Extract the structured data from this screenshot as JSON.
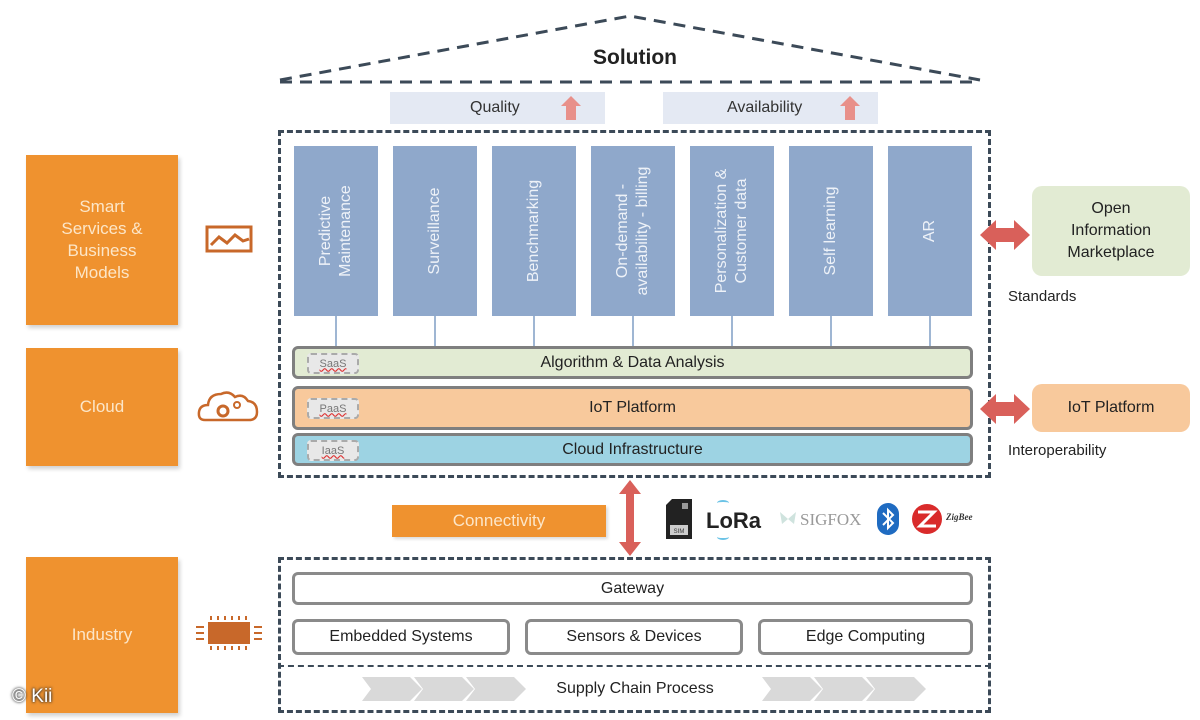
{
  "title": "Solution",
  "top_drivers": [
    {
      "label": "Quality",
      "icon": "up-arrow-icon"
    },
    {
      "label": "Availability",
      "icon": "up-arrow-icon"
    }
  ],
  "left_categories": [
    {
      "label": "Smart Services & Business Models",
      "icon": "chart-icon"
    },
    {
      "label": "Cloud",
      "icon": "cloud-gear-icon"
    },
    {
      "label": "Industry",
      "icon": "chip-icon"
    }
  ],
  "services": [
    "Predictive Maintenance",
    "Surveillance",
    "Benchmarking",
    "On-demand - availability - billing",
    "Personalization & Customer data",
    "Self learning",
    "AR"
  ],
  "cloud_layers": [
    {
      "tag": "SaaS",
      "label": "Algorithm & Data Analysis",
      "color": "#e2ebd3"
    },
    {
      "tag": "PaaS",
      "label": "IoT Platform",
      "color": "#f8c99c"
    },
    {
      "tag": "IaaS",
      "label": "Cloud Infrastructure",
      "color": "#9dd3e3"
    }
  ],
  "right_side": {
    "marketplace": {
      "label": "Open Information Marketplace",
      "note": "Standards",
      "color": "#e2ebd3"
    },
    "platform": {
      "label": "IoT Platform",
      "note": "Interoperability",
      "color": "#f8c99c"
    }
  },
  "connectivity": {
    "label": "Connectivity",
    "technologies": [
      "SIM",
      "LoRa",
      "SIGFOX",
      "Bluetooth",
      "ZigBee"
    ]
  },
  "industry_layers": {
    "gateway": "Gateway",
    "components": [
      "Embedded Systems",
      "Sensors & Devices",
      "Edge Computing"
    ],
    "supply_chain": "Supply Chain Process"
  },
  "copyright": "© Kii",
  "colors": {
    "accent_orange": "#ef922f",
    "column_blue": "#8fa8cb",
    "arrow_red": "#d9605a",
    "dash": "#3c4a58"
  }
}
